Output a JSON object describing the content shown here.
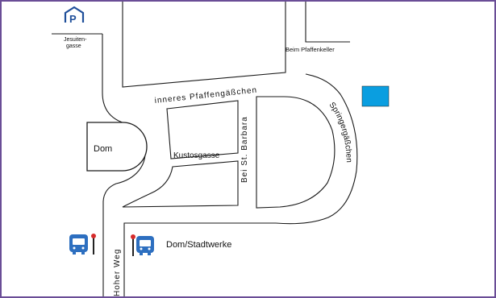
{
  "colors": {
    "border": "#6a4d96",
    "road_outline": "#1a1a1a",
    "parking": "#1f4f9a",
    "bus": "#2d6fc0",
    "marker": "#0a9ee0",
    "stop_pin": "#d62b2b"
  },
  "labels": {
    "jesuitengasse": [
      "Jesuiten-",
      "gasse"
    ],
    "beim_pfaffenkeller": "Beim Pfaffenkeller",
    "inneres_pfaffengaesschen": "inneres Pfaffengäßchen",
    "springergaesschen": "Springergäßchen",
    "dom": "Dom",
    "kustosgasse": "Kustosgasse",
    "bei_st_barbara": "Bei St. Barbara",
    "hoher_weg": "Hoher Weg",
    "stop_name": "Dom/Stadtwerke"
  },
  "icons": {
    "parking": {
      "name": "parking-icon",
      "letter": "P"
    },
    "bus_left": "bus-icon",
    "bus_right": "bus-icon",
    "stop_pin_left": "bus-stop-pin-icon",
    "stop_pin_right": "bus-stop-pin-icon",
    "location_marker": "location-marker"
  }
}
